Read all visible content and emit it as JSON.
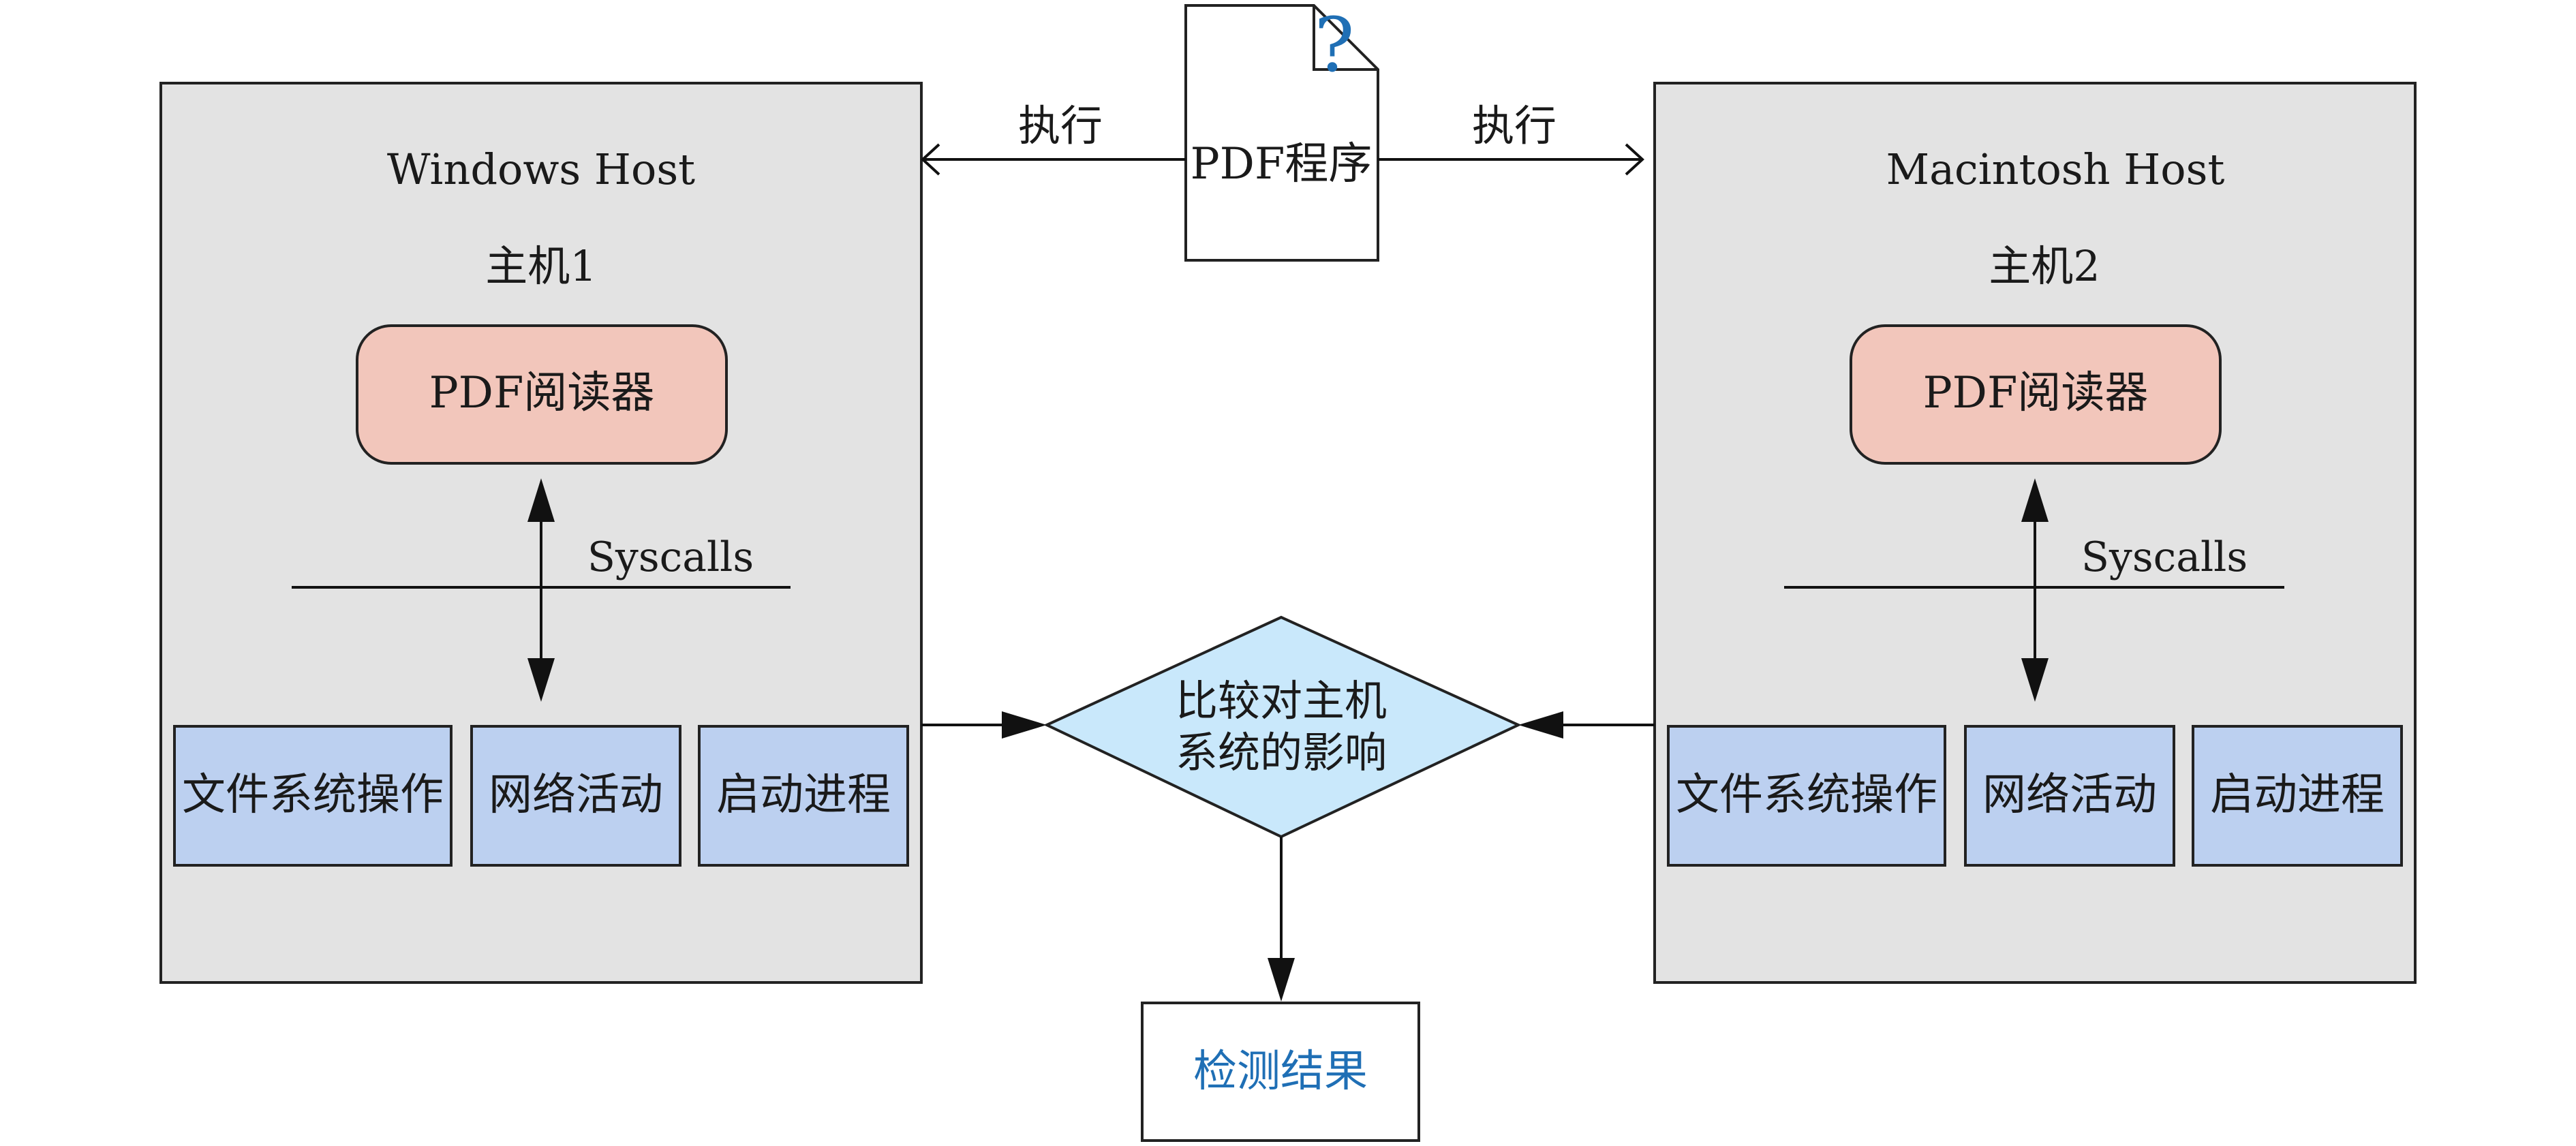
{
  "pdf_doc": {
    "label": "PDF程序",
    "unknown_mark": "?"
  },
  "arrows": {
    "execute_left": "执行",
    "execute_right": "执行"
  },
  "hosts": [
    {
      "title": "Windows Host",
      "subtitle": "主机1",
      "reader": "PDF阅读器",
      "syscalls": "Syscalls",
      "activities": [
        "文件系统操作",
        "网络活动",
        "启动进程"
      ]
    },
    {
      "title": "Macintosh Host",
      "subtitle": "主机2",
      "reader": "PDF阅读器",
      "syscalls": "Syscalls",
      "activities": [
        "文件系统操作",
        "网络活动",
        "启动进程"
      ]
    }
  ],
  "compare": {
    "line1": "比较对主机",
    "line2": "系统的影响"
  },
  "result": {
    "label": "检测结果"
  },
  "colors": {
    "host_bg": "#e3e3e3",
    "reader_bg": "#f2c6bb",
    "activity_bg": "#bcd0f0",
    "diamond_bg": "#c9e8fb",
    "result_text": "#1f6fb5",
    "question_mark": "#1f6fb5"
  }
}
